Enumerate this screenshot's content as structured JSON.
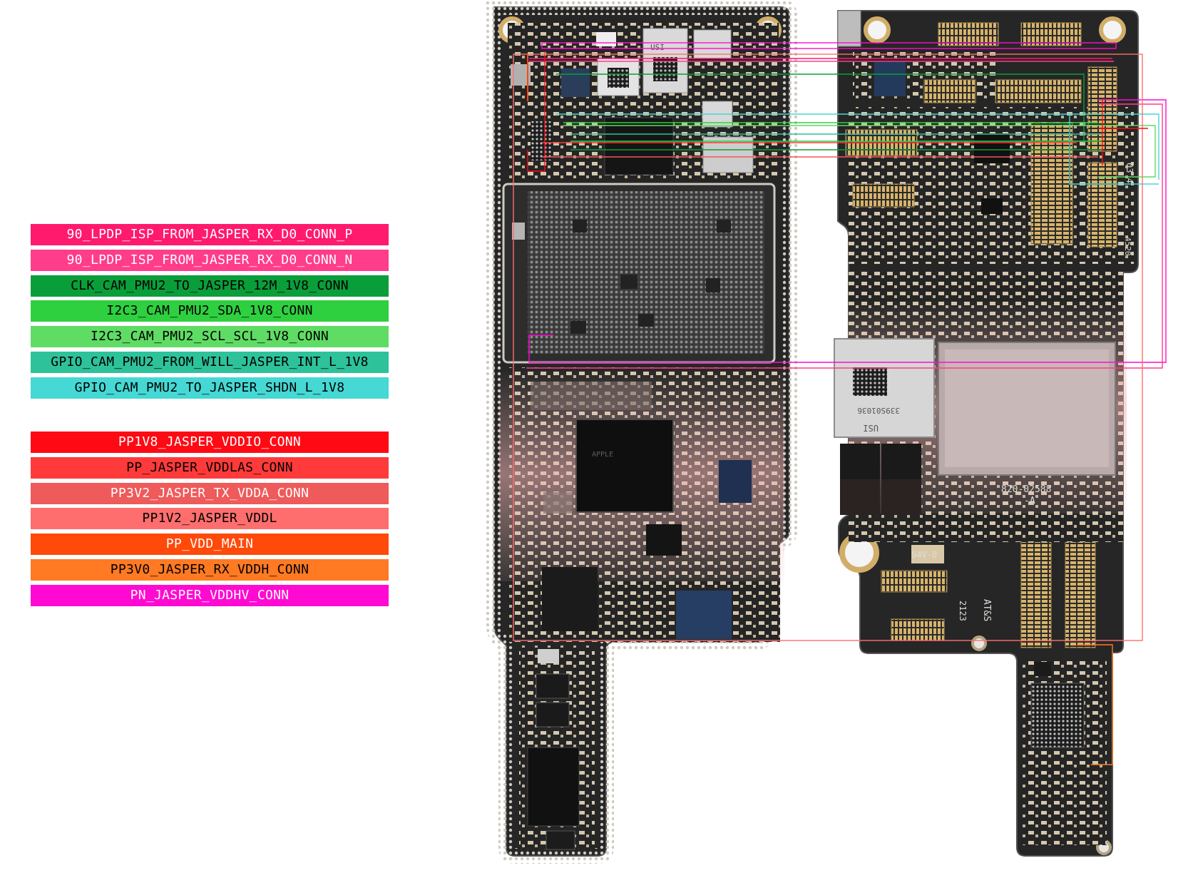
{
  "colors": {
    "background": "#ffffff",
    "pcb": "#252525",
    "pcb_edge": "#4a4a4a",
    "via_pad": "#d9d4c8",
    "pad": "#cfc4b0",
    "gold": "#d4b070",
    "chip": "#141414",
    "chip_light": "#b9b9b9",
    "blue_chip": "#2a4c7a",
    "pink_overlay": "#e8b4b4"
  },
  "signals": [
    {
      "name": "90_LPDP_ISP_FROM_JASPER_RX_D0_CONN_P",
      "color": "#ff1a6e",
      "text_color": "#ffffff"
    },
    {
      "name": "90_LPDP_ISP_FROM_JASPER_RX_D0_CONN_N",
      "color": "#ff3d8b",
      "text_color": "#ffffff"
    },
    {
      "name": "CLK_CAM_PMU2_TO_JASPER_12M_1V8_CONN",
      "color": "#0a9e3a",
      "text_color": "#000000"
    },
    {
      "name": "I2C3_CAM_PMU2_SDA_1V8_CONN",
      "color": "#2fd040",
      "text_color": "#000000"
    },
    {
      "name": "I2C3_CAM_PMU2_SCL_SCL_1V8_CONN",
      "color": "#5fdc64",
      "text_color": "#000000"
    },
    {
      "name": "GPIO_CAM_PMU2_FROM_WILL_JASPER_INT_L_1V8",
      "color": "#2ec29a",
      "text_color": "#000000"
    },
    {
      "name": "GPIO_CAM_PMU2_TO_JASPER_SHDN_L_1V8",
      "color": "#45d8d4",
      "text_color": "#000000"
    }
  ],
  "power_rails": [
    {
      "name": "PP1V8_JASPER_VDDIO_CONN",
      "color": "#ff0a14",
      "text_color": "#ffffff"
    },
    {
      "name": "PP_JASPER_VDDLAS_CONN",
      "color": "#ff3a3a",
      "text_color": "#000000"
    },
    {
      "name": "PP3V2_JASPER_TX_VDDA_CONN",
      "color": "#ef5a5a",
      "text_color": "#ffffff"
    },
    {
      "name": "PP1V2_JASPER_VDDL",
      "color": "#ff6e6e",
      "text_color": "#000000"
    },
    {
      "name": "PP_VDD_MAIN",
      "color": "#ff4a0a",
      "text_color": "#ffffff"
    },
    {
      "name": "PP3V0_JASPER_RX_VDDH_CONN",
      "color": "#ff7a22",
      "text_color": "#000000"
    },
    {
      "name": "PN_JASPER_VDDHV_CONN",
      "color": "#ff0ad2",
      "text_color": "#ffffff"
    }
  ],
  "board_markings": {
    "left_chip_1": "USI",
    "right_chip_1": "USI",
    "right_chip_2": "339S01036",
    "part_number": "820-02588",
    "revision": "-A",
    "flammability": "94V-0",
    "maker": "AT&S",
    "code_1": "2123",
    "code_2": "4520",
    "code_3": "03 4",
    "left_edge_text": "-"
  }
}
